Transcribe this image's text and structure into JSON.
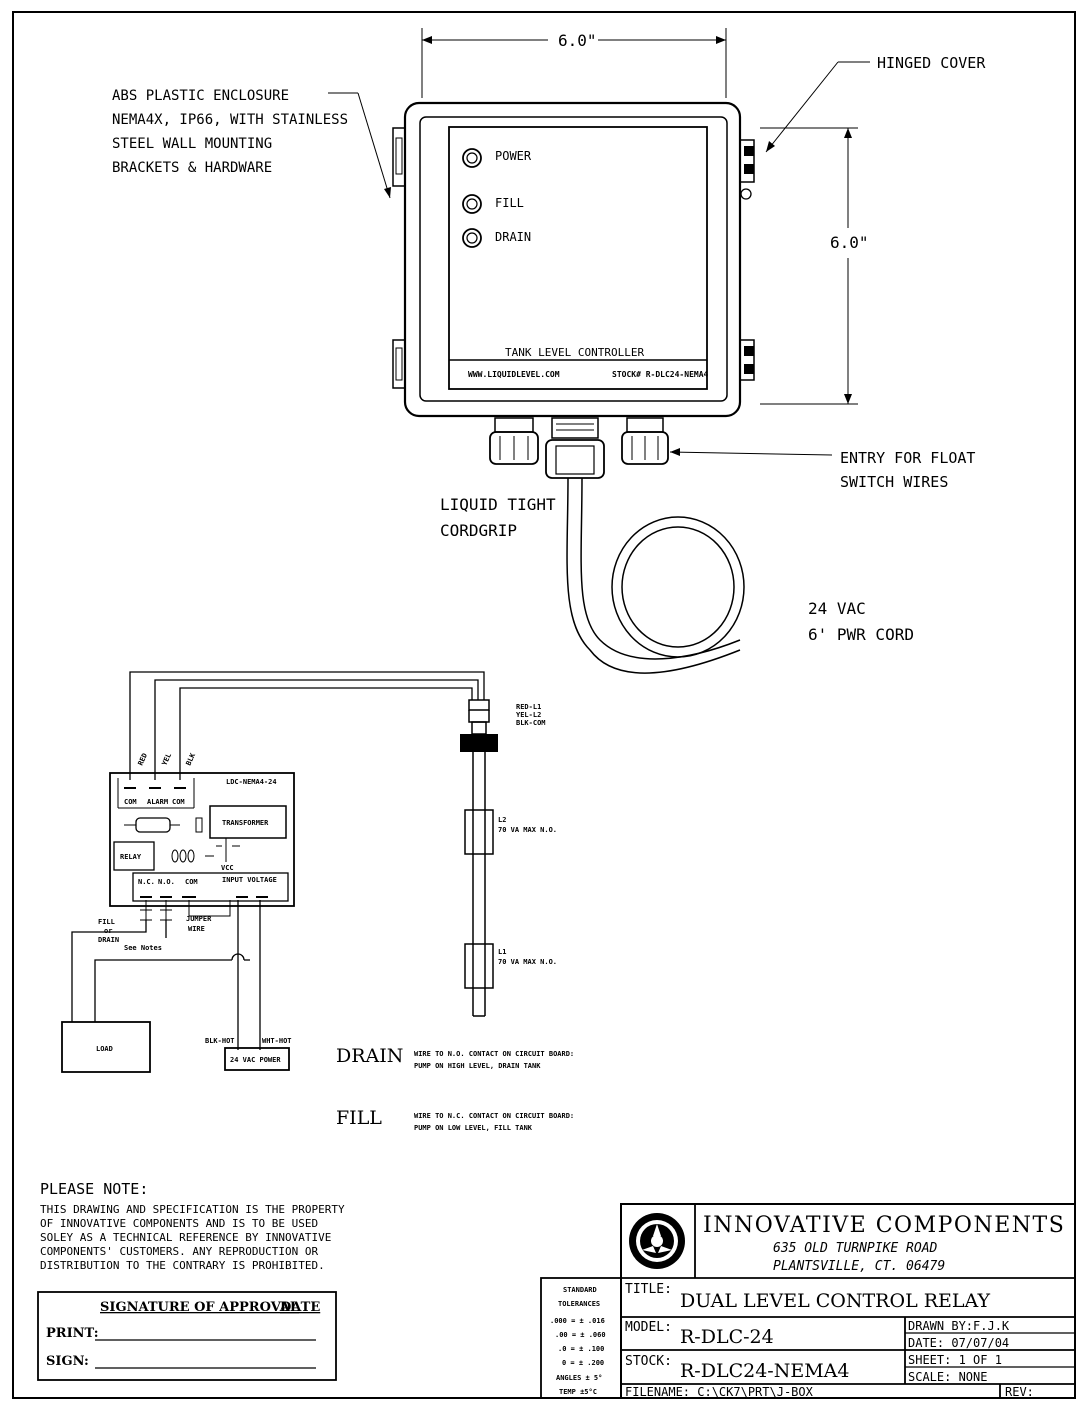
{
  "enclosure": {
    "width_dim": "6.0\"",
    "height_dim": "6.0\"",
    "hinged_cover": "HINGED COVER",
    "enclosure_note": [
      "ABS PLASTIC ENCLOSURE",
      "NEMA4X, IP66, WITH STAINLESS",
      "STEEL WALL MOUNTING",
      "BRACKETS & HARDWARE"
    ],
    "leds": [
      "POWER",
      "FILL",
      "DRAIN"
    ],
    "panel_title": "TANK LEVEL CONTROLLER",
    "panel_url": "WWW.LIQUIDLEVEL.COM",
    "panel_stock": "STOCK# R-DLC24-NEMA4",
    "float_entry": [
      "ENTRY FOR FLOAT",
      "SWITCH WIRES"
    ],
    "cordgrip": [
      "LIQUID TIGHT",
      "CORDGRIP"
    ],
    "power_cord": [
      "24 VAC",
      "6' PWR CORD"
    ]
  },
  "wiring": {
    "wire_colors": [
      "RED",
      "YEL",
      "BLK"
    ],
    "float_leads": [
      "RED-L1",
      "YEL-L2",
      "BLK-COM"
    ],
    "board_name": "LDC-NEMA4-24",
    "board_terminals_top": [
      "COM",
      "ALARM",
      "COM"
    ],
    "transformer": "TRANSFORMER",
    "relay": "RELAY",
    "board_terminals_bottom": [
      "N.C.",
      "N.O.",
      "COM",
      "INPUT VOLTAGE"
    ],
    "vcc": "VCC",
    "jumper": [
      "JUMPER",
      "WIRE"
    ],
    "fill_drain": [
      "FILL",
      "or",
      "DRAIN"
    ],
    "see_notes": "See Notes",
    "load": "LOAD",
    "power_supply": "24 VAC POWER",
    "hot_labels": [
      "BLK-HOT",
      "WHT-HOT"
    ],
    "switch_l2": [
      "L2",
      "70 VA MAX N.O."
    ],
    "switch_l1": [
      "L1",
      "70 VA MAX N.O."
    ]
  },
  "notes": {
    "drain_label": "DRAIN",
    "drain_text": [
      "WIRE TO N.O. CONTACT ON CIRCUIT BOARD:",
      "PUMP ON HIGH LEVEL, DRAIN TANK"
    ],
    "fill_label": "FILL",
    "fill_text": [
      "WIRE TO N.C. CONTACT ON CIRCUIT BOARD:",
      "PUMP ON LOW LEVEL, FILL TANK"
    ],
    "please_note_title": "PLEASE NOTE:",
    "please_note_lines": [
      "THIS DRAWING AND SPECIFICATION IS THE PROPERTY",
      "OF INNOVATIVE COMPONENTS AND IS TO BE USED",
      "SOLEY AS A TECHNICAL REFERENCE BY INNOVATIVE",
      "COMPONENTS' CUSTOMERS. ANY REPRODUCTION OR",
      "DISTRIBUTION TO THE CONTRARY IS PROHIBITED."
    ]
  },
  "approval": {
    "heading": "SIGNATURE OF APPROVAL",
    "date": "DATE",
    "print": "PRINT:",
    "sign": "SIGN:"
  },
  "tolerances": {
    "title": [
      "STANDARD",
      "TOLERANCES"
    ],
    "rows": [
      ".000 = ± .016",
      ".00 = ± .060",
      ".0 = ± .100",
      "0 = ± .200",
      "ANGLES ± 5°",
      "TEMP ±5°C"
    ]
  },
  "title_block": {
    "company": "INNOVATIVE COMPONENTS",
    "address1": "635 OLD TURNPIKE ROAD",
    "address2": "PLANTSVILLE, CT. 06479",
    "title_label": "TITLE:",
    "title_value": "DUAL LEVEL CONTROL RELAY",
    "model_label": "MODEL:",
    "model_value": "R-DLC-24",
    "stock_label": "STOCK:",
    "stock_value": "R-DLC24-NEMA4",
    "drawn_by": "DRAWN BY:F.J.K",
    "date": "DATE: 07/07/04",
    "sheet": "SHEET: 1 OF 1",
    "scale": "SCALE: NONE",
    "filename": "FILENAME: C:\\CK7\\PRT\\J-BOX",
    "rev": "REV:"
  }
}
